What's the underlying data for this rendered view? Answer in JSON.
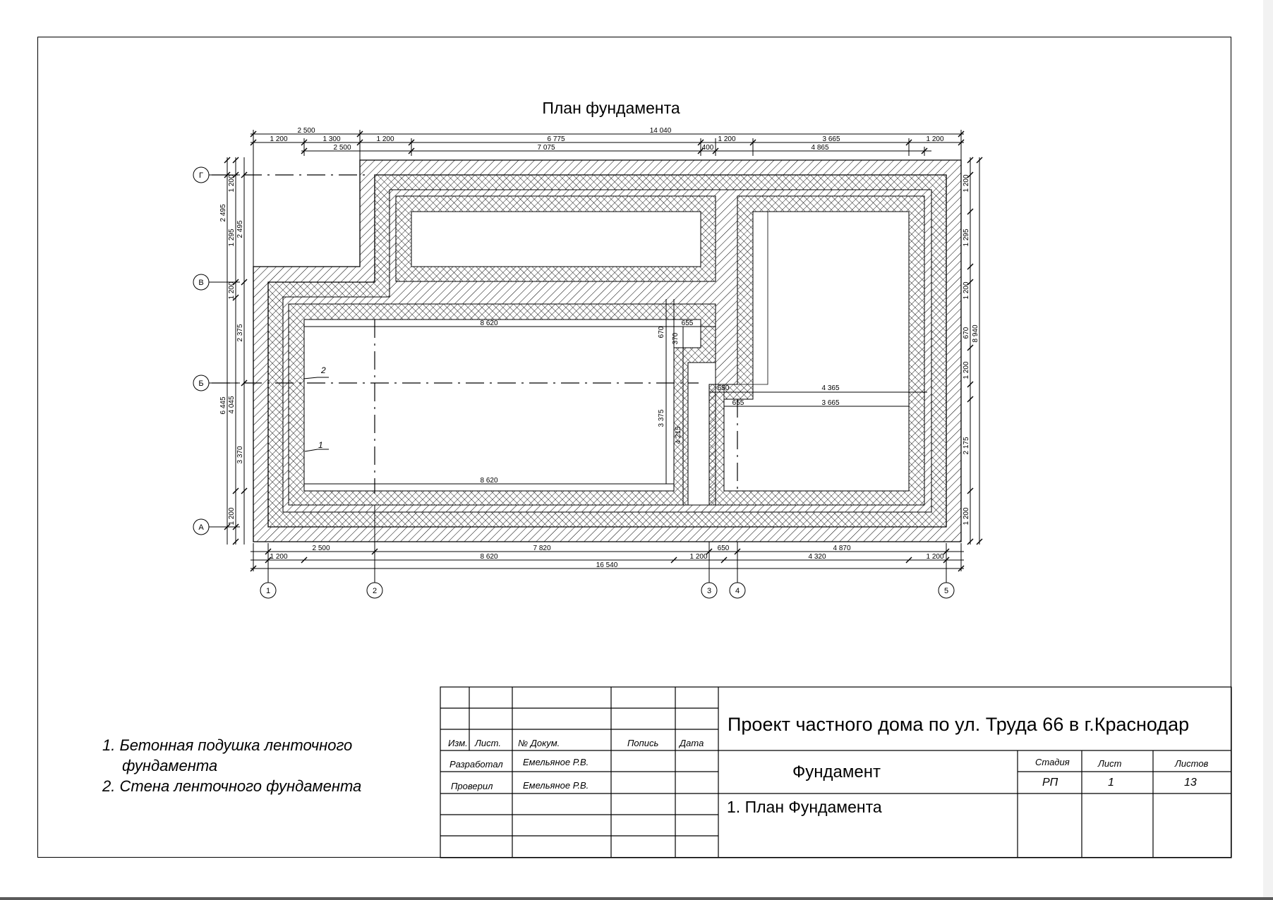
{
  "drawing": {
    "title": "План фундамента",
    "axes_letters": [
      "Г",
      "В",
      "Б",
      "А"
    ],
    "axes_numbers": [
      "1",
      "2",
      "3",
      "4",
      "5"
    ],
    "dims_top_row1": [
      "2 500",
      "14 040"
    ],
    "dims_top_row2": [
      "1 200",
      "1 300",
      "1 200",
      "6 775",
      "1 200",
      "3 665",
      "1 200"
    ],
    "dims_top_row3": [
      "2 500",
      "7 075",
      "400",
      "4 865"
    ],
    "dims_bottom_row1": [
      "2 500",
      "7 820",
      "650",
      "4 870"
    ],
    "dims_bottom_row2": [
      "1 200",
      "8 620",
      "1 200",
      "4 320",
      "1 200"
    ],
    "dims_bottom_row3": [
      "16 540"
    ],
    "dims_left_outer": [
      "2 495",
      "6 445"
    ],
    "dims_left_mid": [
      "1 200",
      "1 295",
      "1 200",
      "2 375",
      "4 045",
      "3 370",
      "1 200",
      "2 495"
    ],
    "dims_right": [
      "1 200",
      "1 295",
      "1 200",
      "670",
      "1 200",
      "2 175",
      "1 200",
      "8 940"
    ],
    "dims_inner": [
      "8 620",
      "8 620",
      "655",
      "670",
      "370",
      "3 375",
      "4 215",
      "650",
      "4 365",
      "655",
      "3 665"
    ],
    "markers": [
      "1",
      "2"
    ]
  },
  "notes": {
    "line1": "1. Бетонная подушка ленточного",
    "line2": "фундамента",
    "line3": "2. Стена ленточного фундамента"
  },
  "titleblock": {
    "izm": "Изм.",
    "list": "Лист.",
    "docnum": "№ Докум.",
    "podpis": "Попись",
    "data": "Дата",
    "razrabotal": "Разработал",
    "razrabotal_name": "Емельяное Р.В.",
    "proveril": "Проверил",
    "proveril_name": "Емельяное Р.В.",
    "project_title": "Проект частного дома по ул. Труда 66 в г.Краснодар",
    "part": "Фундамент",
    "stage_label": "Стадия",
    "sheet_label": "Лист",
    "sheets_label": "Листов",
    "stage": "РП",
    "sheet": "1",
    "sheets": "13",
    "sheet_name": "1. План Фундамента"
  }
}
